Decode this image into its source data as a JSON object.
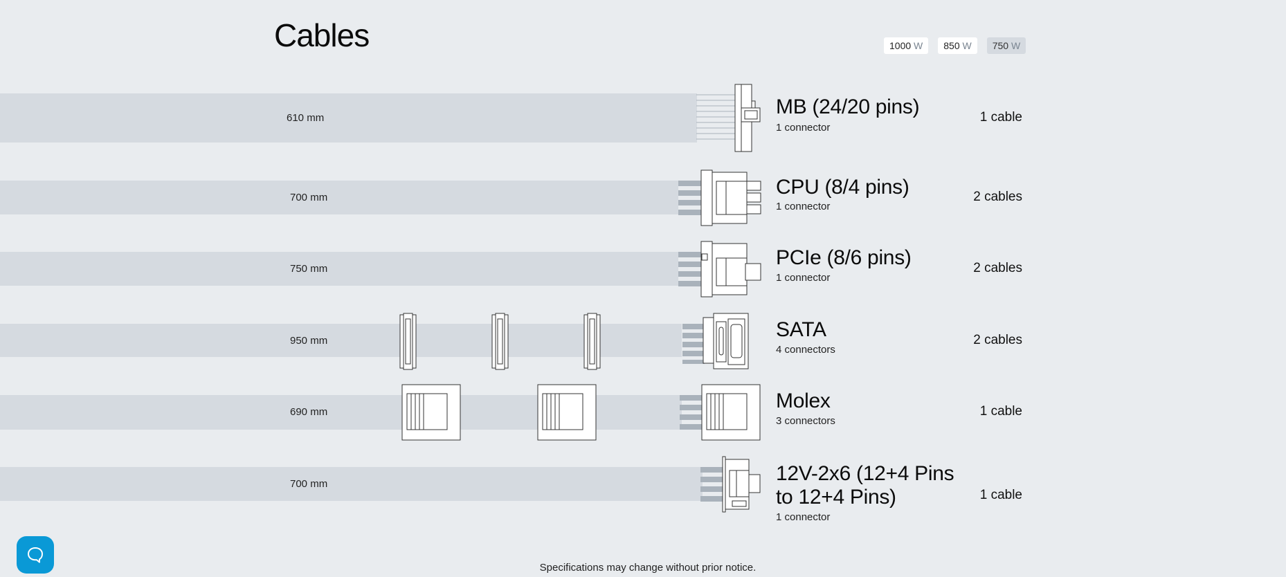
{
  "page": {
    "title": "Cables"
  },
  "wattage_options": [
    {
      "value": "1000",
      "unit": "W",
      "active": false
    },
    {
      "value": "850",
      "unit": "W",
      "active": false
    },
    {
      "value": "750",
      "unit": "W",
      "active": true
    }
  ],
  "cables": [
    {
      "name": "MB (24/20 pins)",
      "connectors": "1 connector",
      "length": "610 mm",
      "count": "1 cable"
    },
    {
      "name": "CPU (8/4 pins)",
      "connectors": "1 connector",
      "length": "700 mm",
      "count": "2 cables"
    },
    {
      "name": "PCIe (8/6 pins)",
      "connectors": "1 connector",
      "length": "750 mm",
      "count": "2 cables"
    },
    {
      "name": "SATA",
      "connectors": "4 connectors",
      "length": "950 mm",
      "count": "2 cables"
    },
    {
      "name": "Molex",
      "connectors": "3 connectors",
      "length": "690 mm",
      "count": "1 cable"
    },
    {
      "name_line1": "12V-2x6 (12+4 Pins",
      "name_line2": "to 12+4 Pins)",
      "connectors": "1 connector",
      "length": "700 mm",
      "count": "1 cable"
    }
  ],
  "footer": {
    "note": "Specifications may change without prior notice."
  },
  "icons": {
    "help": "chat-bubble-icon"
  },
  "colors": {
    "background": "#e9ecef",
    "band": "#d5dae0",
    "help_button": "#0a99d6"
  }
}
